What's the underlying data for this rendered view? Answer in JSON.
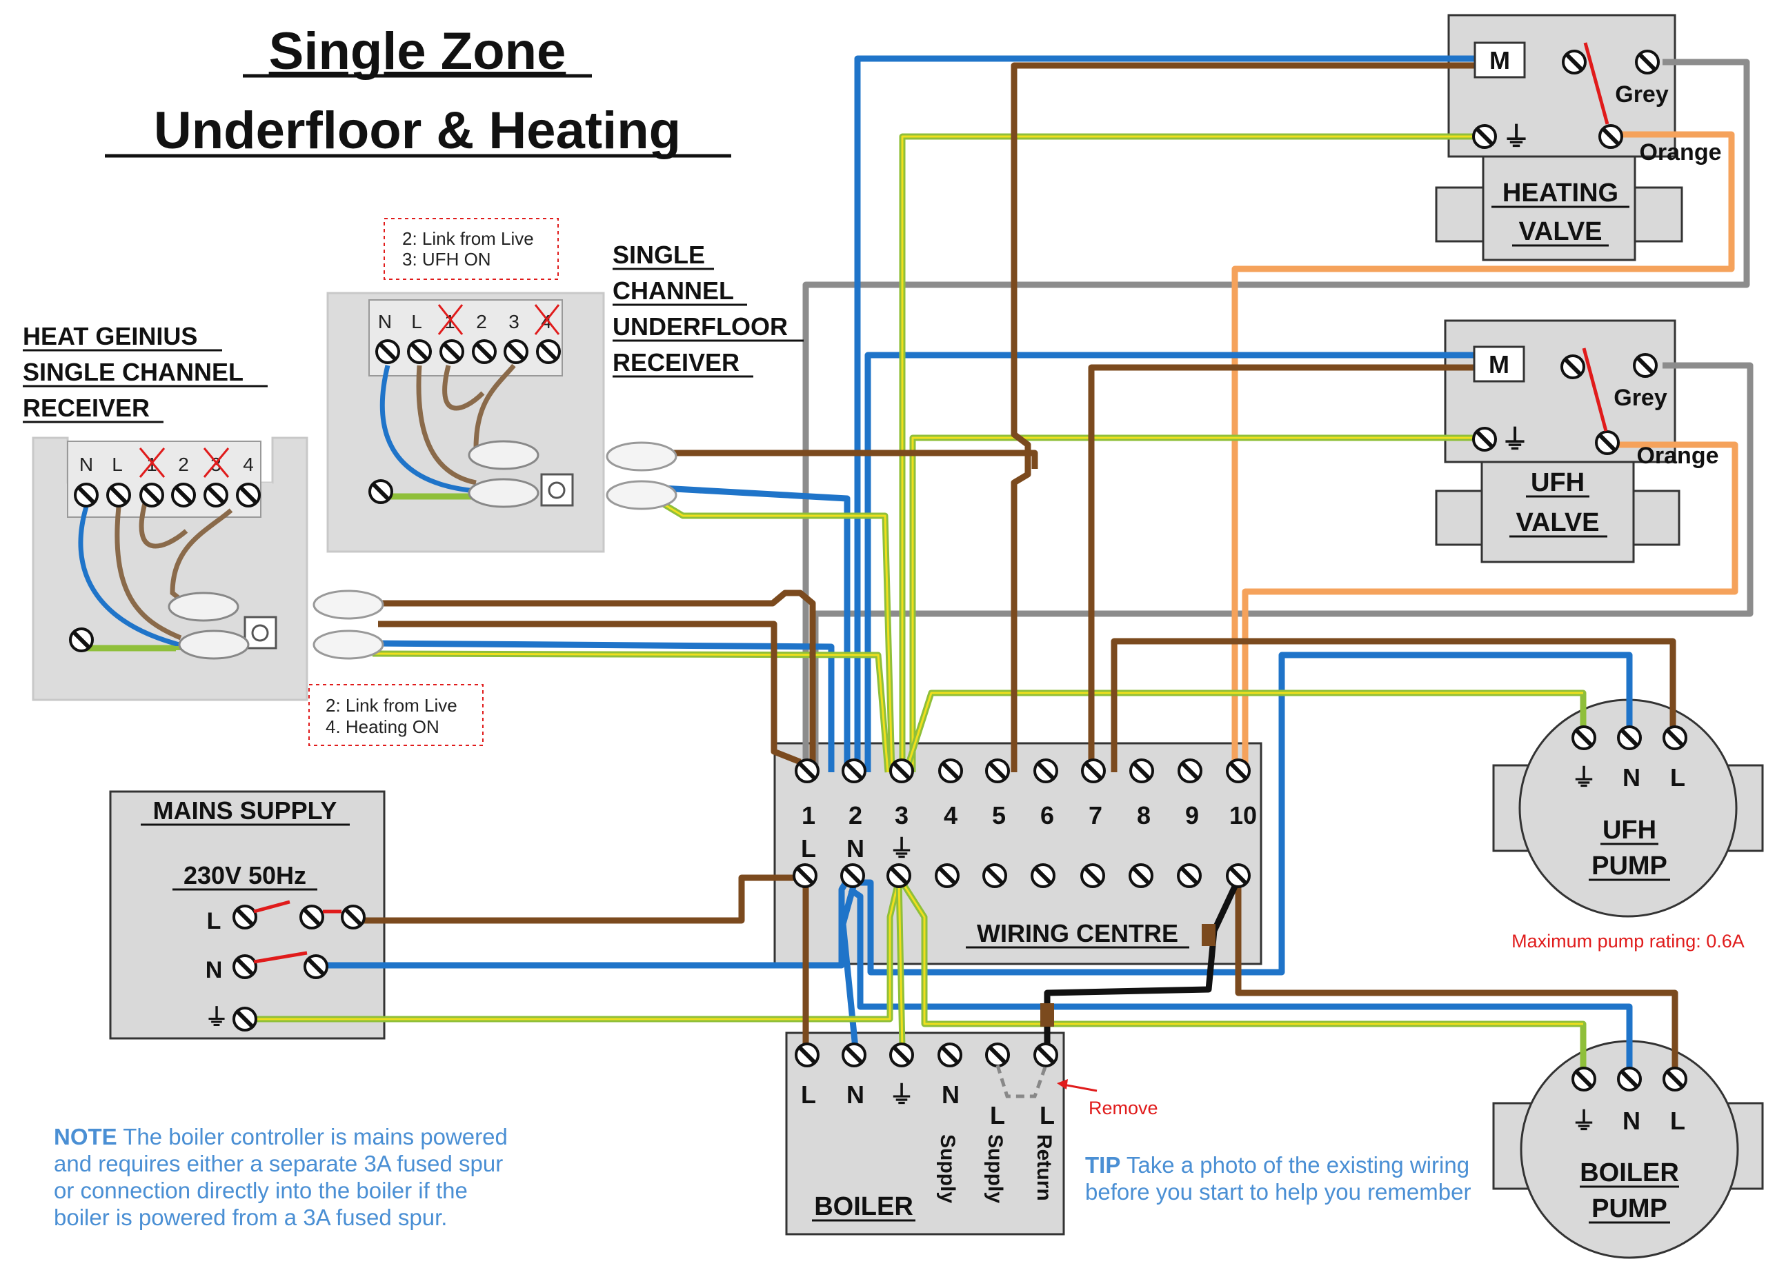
{
  "title": {
    "line1": "Single Zone",
    "line2": "Underfloor & Heating"
  },
  "heat_genius_receiver": {
    "label": [
      "HEAT GEINIUS",
      "SINGLE CHANNEL",
      "RECEIVER"
    ],
    "terminals": [
      "N",
      "L",
      "1",
      "2",
      "3",
      "4"
    ],
    "note": [
      "2: Link from Live",
      "4. Heating ON"
    ]
  },
  "underfloor_receiver": {
    "label": [
      "SINGLE",
      "CHANNEL",
      "UNDERFLOOR",
      "RECEIVER"
    ],
    "terminals": [
      "N",
      "L",
      "1",
      "2",
      "3",
      "4"
    ],
    "note": [
      "2: Link from Live",
      "3: UFH ON"
    ]
  },
  "mains_supply": {
    "title": "MAINS SUPPLY",
    "voltage": "230V 50Hz",
    "terminals": [
      "L",
      "N",
      "⏚"
    ]
  },
  "wiring_centre": {
    "label": "WIRING CENTRE",
    "numbers": [
      "1",
      "2",
      "3",
      "4",
      "5",
      "6",
      "7",
      "8",
      "9",
      "10"
    ],
    "sub_labels": [
      "L",
      "N",
      "⏚"
    ]
  },
  "boiler": {
    "label": "BOILER",
    "terminals": [
      "L",
      "N",
      "⏚",
      "N",
      "L",
      "L"
    ],
    "vertical_labels": [
      "Supply",
      "Supply",
      "Return"
    ],
    "remove_label": "Remove"
  },
  "heating_valve": {
    "label": [
      "HEATING",
      "VALVE"
    ],
    "motor": "M",
    "grey": "Grey",
    "orange": "Orange",
    "earth": "⏚"
  },
  "ufh_valve": {
    "label": [
      "UFH",
      "VALVE"
    ],
    "motor": "M",
    "grey": "Grey",
    "orange": "Orange",
    "earth": "⏚"
  },
  "ufh_pump": {
    "label": [
      "UFH",
      "PUMP"
    ],
    "terminals": [
      "⏚",
      "N",
      "L"
    ],
    "rating": "Maximum pump rating: 0.6A"
  },
  "boiler_pump": {
    "label": [
      "BOILER",
      "PUMP"
    ],
    "terminals": [
      "⏚",
      "N",
      "L"
    ]
  },
  "notes": {
    "note_head": "NOTE",
    "note_lines": [
      " The boiler controller is mains powered",
      "and requires either a separate 3A fused spur",
      "or connection directly into the boiler if the",
      "boiler is powered from a 3A fused spur."
    ],
    "tip_head": "TIP",
    "tip_lines": [
      " Take a photo of the existing wiring",
      "before you start to help you remember"
    ]
  },
  "colors": {
    "brown": "#7b4a1e",
    "blue": "#1f74c9",
    "green_yellow": "#8fbf3a",
    "grey": "#8c8c8c",
    "orange": "#f5a25b",
    "red": "#e01b1b"
  }
}
